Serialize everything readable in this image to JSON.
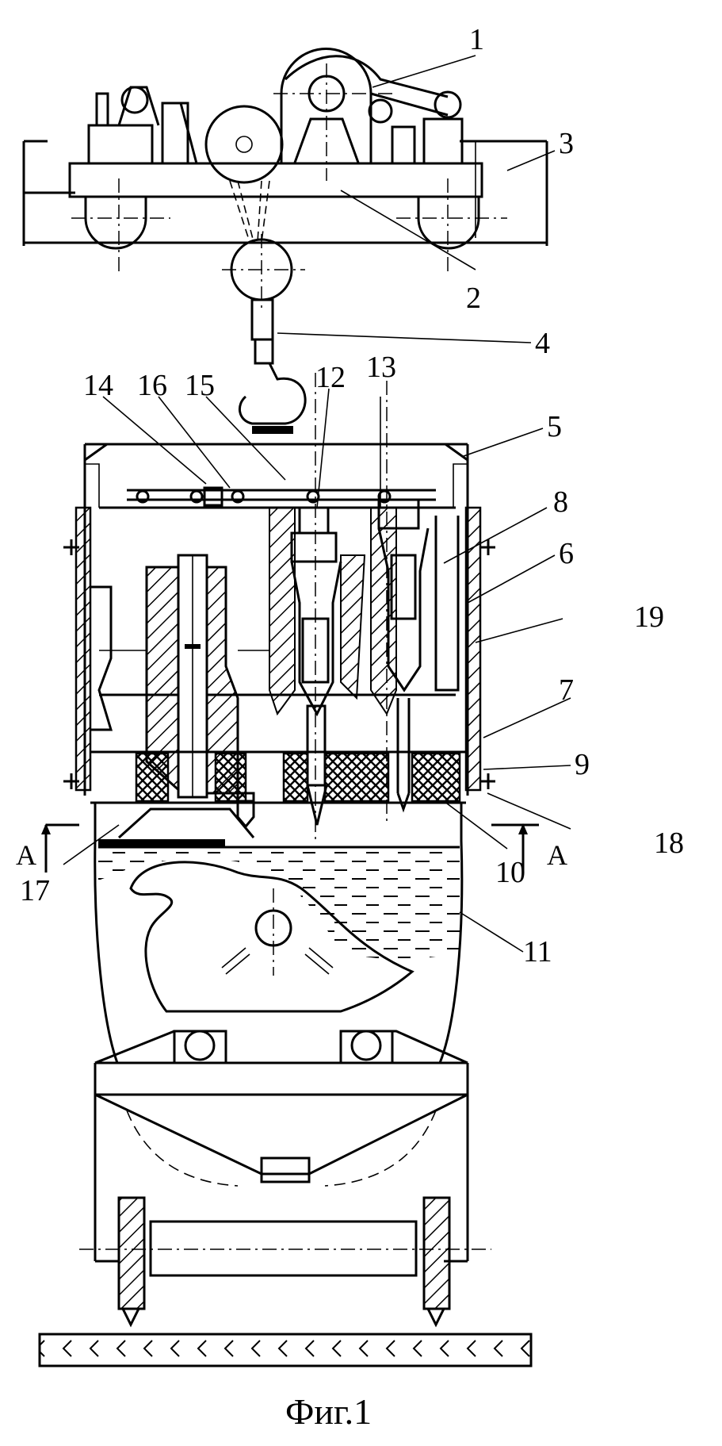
{
  "figure": {
    "caption": "Фиг.1",
    "section_marks": {
      "left": "A",
      "right": "A"
    },
    "callouts": [
      {
        "id": "1",
        "label": "1"
      },
      {
        "id": "2",
        "label": "2"
      },
      {
        "id": "3",
        "label": "3"
      },
      {
        "id": "4",
        "label": "4"
      },
      {
        "id": "5",
        "label": "5"
      },
      {
        "id": "6",
        "label": "6"
      },
      {
        "id": "7",
        "label": "7"
      },
      {
        "id": "8",
        "label": "8"
      },
      {
        "id": "9",
        "label": "9"
      },
      {
        "id": "10",
        "label": "10"
      },
      {
        "id": "11",
        "label": "11"
      },
      {
        "id": "12",
        "label": "12"
      },
      {
        "id": "13",
        "label": "13"
      },
      {
        "id": "14",
        "label": "14"
      },
      {
        "id": "15",
        "label": "15"
      },
      {
        "id": "16",
        "label": "16"
      },
      {
        "id": "17",
        "label": "17"
      },
      {
        "id": "18",
        "label": "18"
      },
      {
        "id": "19",
        "label": "19"
      }
    ]
  }
}
